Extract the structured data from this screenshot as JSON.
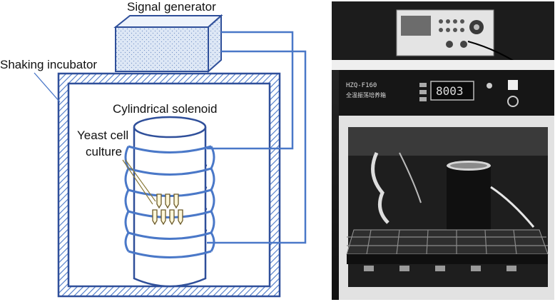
{
  "diagram": {
    "labels": {
      "signal_generator": "Signal generator",
      "shaking_incubator": "Shaking incubator",
      "cylindrical_solenoid": "Cylindrical solenoid",
      "yeast_cell_line1": "Yeast cell",
      "yeast_cell_line2": "culture"
    },
    "colors": {
      "wire": "#4a78c8",
      "incubator_wall": "#2f4f9a",
      "solenoid_outline": "#2f4f9a",
      "generator_fill": "#dbe6f6"
    }
  },
  "photo": {
    "device_model": "HZQ-F160",
    "device_name_cn": "全温振荡培养箱",
    "display_value": "8003"
  }
}
